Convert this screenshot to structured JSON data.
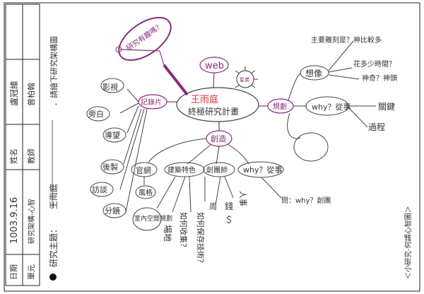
{
  "form": {
    "date_label": "日期",
    "date_value": "1003.9.16",
    "unit_label": "單元",
    "unit_value": "研究架構-心智",
    "name_label": "姓名",
    "name_value": "盧冠維",
    "teacher_label": "教師",
    "teacher_value": "曾柏翰",
    "topic_label": "研究主題：",
    "topic_value": "王雨庭",
    "instruction": "．請繪下研究架構圖",
    "footer": "＜小研究-何謂心智圖＞"
  },
  "mindmap": {
    "center_line1": "王雨庭",
    "center_line2": "終極研究計畫",
    "web": "web",
    "balloon": "研究有趣嗎？",
    "badge": "星弟",
    "nodes": {
      "records": "記錄片",
      "imagine": "想像",
      "plan": "規劃",
      "create": "創造",
      "why_how": "why？從事"
    },
    "records_children": [
      "影視",
      "旁白",
      "導望",
      "後製",
      "訪談",
      "分鏡"
    ],
    "imagine_children": [
      "主要雕刻是？神比較多",
      "花多少時間？",
      "神奇？神頭"
    ],
    "plan_children": [
      "why？從事",
      "關鍵",
      "過程"
    ],
    "create_children": [
      "官網",
      "建築特色",
      "創團師",
      "why？從事"
    ],
    "create_grandchildren": [
      "風格",
      "室內空間規劃",
      "場地",
      "如何收集？",
      "如何保存技術？",
      "周",
      "錢",
      "人事",
      "＄",
      "問：why？創團"
    ]
  }
}
